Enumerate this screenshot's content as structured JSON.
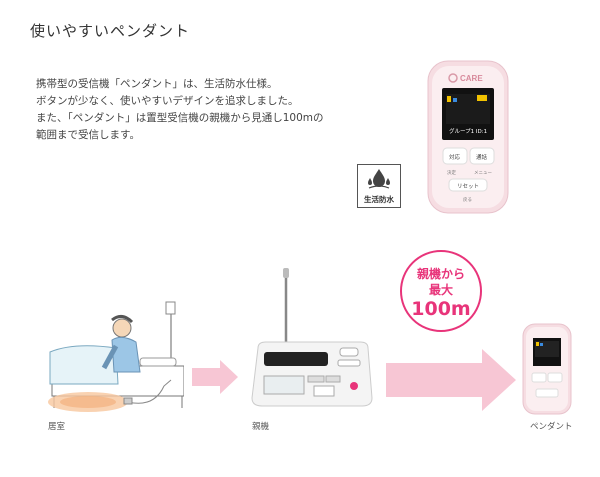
{
  "page": {
    "title": "使いやすいペンダント",
    "description": [
      "携帯型の受信機「ペンダント」は、生活防水仕様。",
      "ボタンが少なく、使いやすいデザインを追求しました。",
      "また、「ペンダント」は置型受信機の親機から見通し100mの",
      "範囲まで受信します。"
    ]
  },
  "badge": {
    "label": "生活防水"
  },
  "pendant": {
    "brand": "CARE",
    "screen_text": "グループ1 ID:1",
    "buttons": [
      "対応",
      "通話"
    ],
    "sub_labels": [
      "決定",
      "メニュー"
    ],
    "reset_label": "リセット",
    "bottom_label": "戻る"
  },
  "callout": {
    "line1": "親機から",
    "line2": "最大",
    "line3": "100m"
  },
  "captions": {
    "room": "居室",
    "base": "親機",
    "pendant": "ペンダント"
  },
  "colors": {
    "accent": "#e8347a",
    "arrow": "#f7c6d4",
    "pendant_shell": "#f6dde2"
  }
}
